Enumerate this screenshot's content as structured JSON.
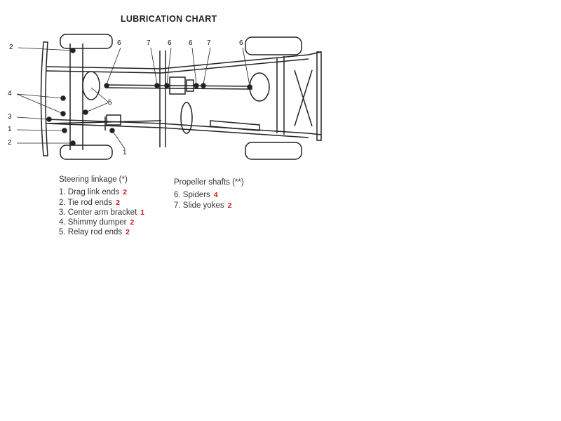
{
  "title": "LUBRICATION CHART",
  "callouts": [
    "2",
    "4",
    "3",
    "1",
    "2",
    "6",
    "7",
    "6",
    "6",
    "7",
    "6",
    "5",
    "1"
  ],
  "steering": {
    "heading": "Steering linkage (*)",
    "items": [
      {
        "label": "1. Drag link ends",
        "count": "2"
      },
      {
        "label": "2. Tie rod ends",
        "count": "2"
      },
      {
        "label": "3. Center arm bracket",
        "count": "1"
      },
      {
        "label": "4. Shimmy dumper",
        "count": "2"
      },
      {
        "label": "5. Relay rod ends",
        "count": "2"
      }
    ]
  },
  "propeller": {
    "heading": "Propeller shafts (**)",
    "items": [
      {
        "label": "6. Spiders",
        "count": "4"
      },
      {
        "label": "7. Slide yokes",
        "count": "2"
      }
    ]
  }
}
